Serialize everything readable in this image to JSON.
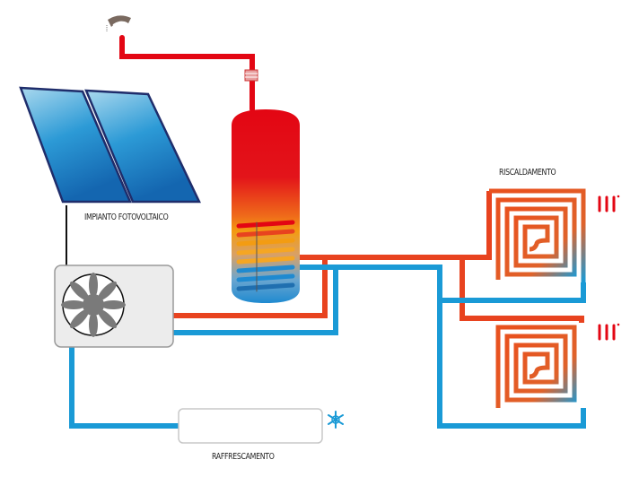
{
  "labels": {
    "photovoltaic": "IMPIANTO FOTOVOLTAICO",
    "heating": "RISCALDAMENTO",
    "cooling": "RAFFRESCAMENTO"
  },
  "colors": {
    "hot_pipe": "#e8431f",
    "supply_pipe": "#e30613",
    "cold_pipe": "#1a9ad6",
    "panel_frame": "#1f2d6b"
  },
  "icons": [
    "faucet-icon",
    "valve-icon",
    "solar-panel-icon",
    "fan-icon",
    "snowflake-icon",
    "heat-radiator-icon"
  ]
}
